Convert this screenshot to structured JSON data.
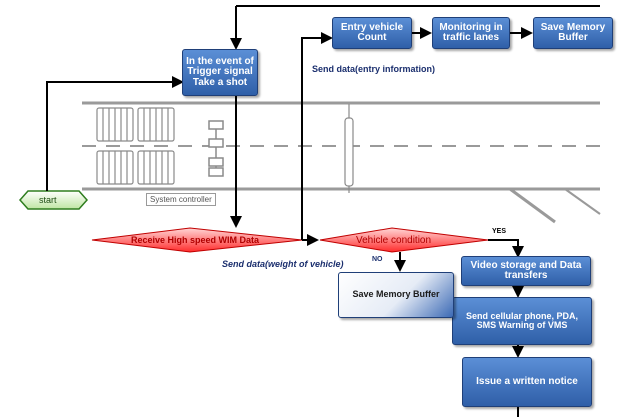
{
  "nodes": {
    "trigger": "In the event of Trigger signal Take a shot",
    "entry": "Entry vehicle Count",
    "monitor": "Monitoring in traffic lanes",
    "save_top": "Save Memory Buffer",
    "video": "Video storage and Data transfers",
    "send_phone": "Send cellular phone, PDA, SMS Warning of VMS",
    "notice": "Issue a written notice",
    "save_bottom": "Save Memory Buffer",
    "start": "start",
    "receive": "Receive High speed WIM Data",
    "condition": "Vehicle condition",
    "system_controller": "System controller"
  },
  "labels": {
    "send_entry": "Send data(entry information)",
    "send_weight": "Send data(weight of vehicle)",
    "no": "NO",
    "yes": "YES"
  },
  "colors": {
    "box_blue": "#3a6fbf",
    "diamond_fill": "#ff3b3b",
    "start_fill": "#e9f7d9",
    "start_stroke": "#2e7d1e",
    "arrow": "#000000"
  }
}
